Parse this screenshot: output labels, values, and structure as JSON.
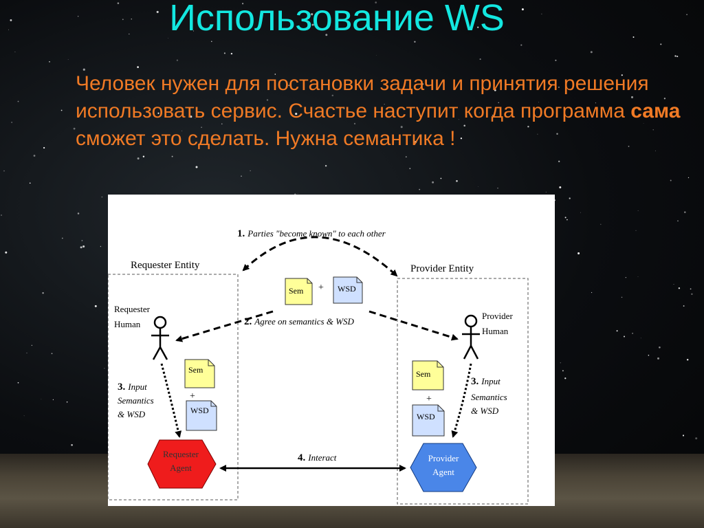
{
  "title": "Использование WS",
  "body": {
    "part1": "Человек нужен для постановки задачи и принятия решения использовать сервис. Счастье наступит когда программа ",
    "bold": "сама",
    "part2": " сможет это сделать.  Нужна семантика !"
  },
  "diagram": {
    "requester_entity": "Requester Entity",
    "provider_entity": "Provider Entity",
    "step1_num": "1.",
    "step1_text": "Parties \"become known\" to each other",
    "step2_num": "2.",
    "step2_text": "Agree on semantics & WSD",
    "step3_num": "3.",
    "step3_line1": "Input",
    "step3_line2": "Semantics",
    "step3_line3": "& WSD",
    "step4_num": "4.",
    "step4_text": "Interact",
    "requester_human_1": "Requester",
    "requester_human_2": "Human",
    "provider_human_1": "Provider",
    "provider_human_2": "Human",
    "requester_agent_1": "Requester",
    "requester_agent_2": "Agent",
    "provider_agent_1": "Provider",
    "provider_agent_2": "Agent",
    "sem": "Sem",
    "wsd": "WSD",
    "plus": "+"
  },
  "colors": {
    "title": "#13e7e0",
    "body_text": "#f07a25",
    "requester_agent": "#ef1c1c",
    "provider_agent": "#4a86e8",
    "sem_doc": "#ffff99",
    "wsd_doc": "#cfe0ff"
  }
}
